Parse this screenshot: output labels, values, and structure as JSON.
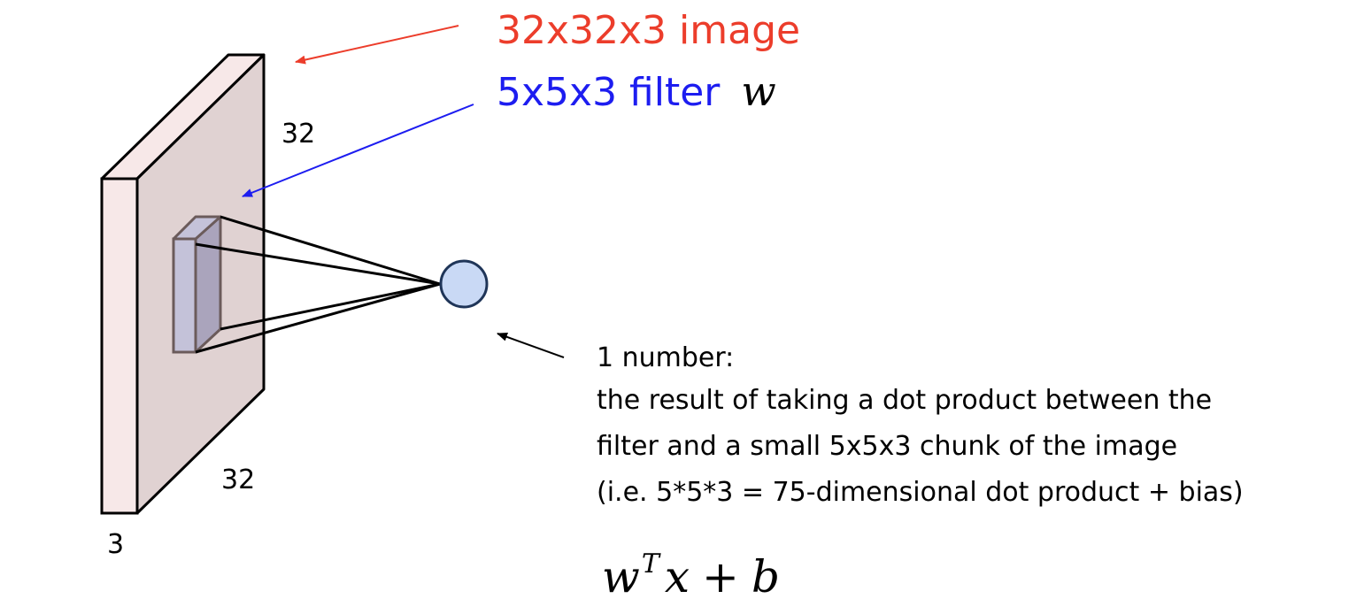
{
  "labels": {
    "image": "32x32x3 image",
    "filter": "5x5x3 filter",
    "filter_symbol": "w",
    "height": "32",
    "width": "32",
    "depth": "3"
  },
  "description": [
    "1 number:",
    "the result of taking a dot product between the",
    "filter and a small 5x5x3 chunk of the image",
    "(i.e. 5*5*3 = 75-dimensional dot product + bias)"
  ],
  "formula": {
    "w": "w",
    "T": "T",
    "x": "x",
    "plus": "+",
    "b": "b"
  },
  "colors": {
    "image_label": "#ec3d2b",
    "filter_label": "#1d1df0",
    "volume_front": "#f7e8e8",
    "volume_face": "#e0d2d2",
    "filter_front": "#c4c2d9",
    "filter_side": "#aaa4bc",
    "neuron": "#c9d9f5",
    "neuron_stroke": "#1f3558",
    "stroke": "#000000",
    "filter_stroke": "#6b5b5b"
  },
  "icons": {
    "input_volume": "input-volume-icon",
    "filter_patch": "filter-patch-icon",
    "neuron": "neuron-circle-icon"
  }
}
